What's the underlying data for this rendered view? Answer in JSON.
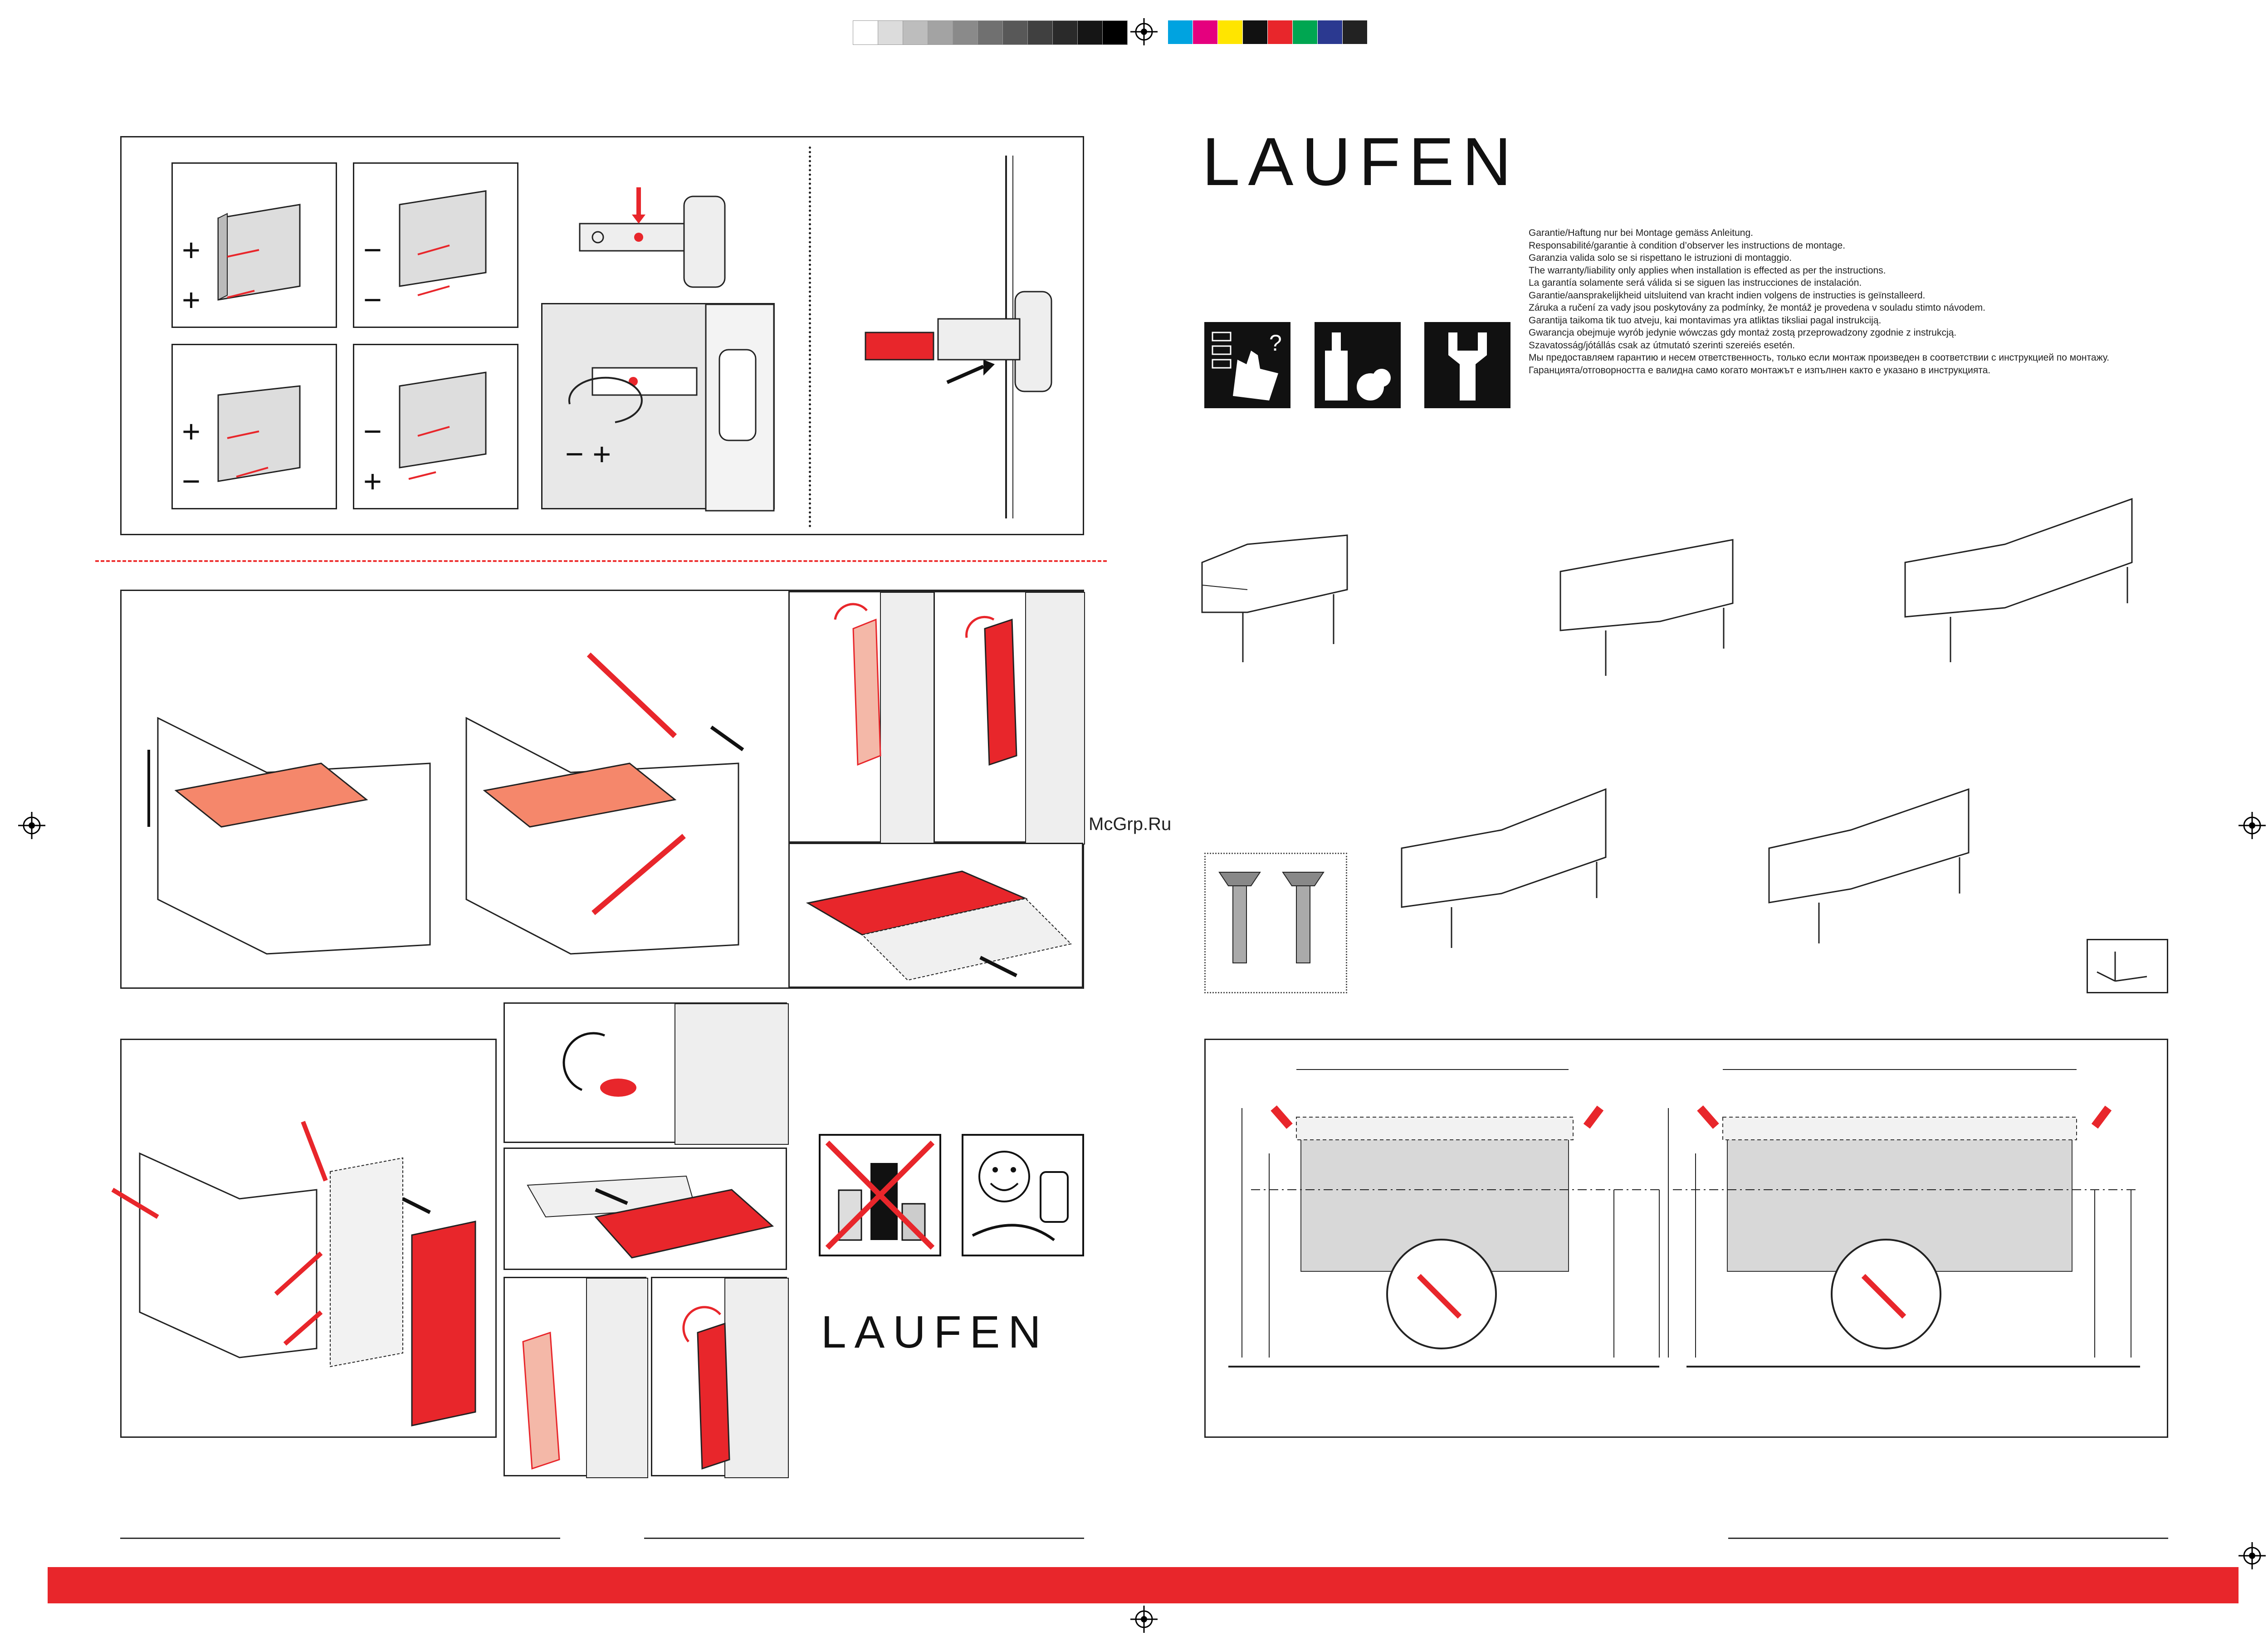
{
  "brand": {
    "logo_top": "LAUFEN",
    "logo_bottom": "LAUFEN",
    "accent": "#e8262b"
  },
  "warranty_lines": [
    "Garantie/Haftung nur bei Montage gemäss Anleitung.",
    "Responsabilité/garantie à condition d’observer les instructions de montage.",
    "Garanzia valida solo se si rispettano le istruzioni di montaggio.",
    "The warranty/liability only applies when installation is effected as per the instructions.",
    "La garantía solamente será válida si se siguen las instrucciones de instalación.",
    "Garantie/aansprakelijkheid uitsluitend van kracht indien volgens de instructies is geïnstalleerd.",
    "Záruka a ručení za vady jsou poskytovány za podmínky, že montáž je provedena v souladu stimto návodem.",
    "Garantija taikoma tik tuo atveju, kai montavimas yra atliktas tiksliai pagal instrukciją.",
    "Gwarancja obejmuje wyrób jedynie wówczas gdy montaż zostą przeprowadzony zgodnie z instrukcją.",
    "Szavatosság/jótállás csak az útmutató szerinti szereiés esetén.",
    "Мы предоставляем гарантию и несем ответственность, только если монтаж произведен в соответствии с инструкцией по монтажу.",
    "Гаранцията/отговорността е валидна само когато монтажът е изпълнен както е указано в инструкцията."
  ],
  "adjust_signs": {
    "tl": [
      "+",
      "+"
    ],
    "tr": [
      "−",
      "−"
    ],
    "bl": [
      "+",
      "−"
    ],
    "br": [
      "−",
      "+"
    ],
    "screw": "− +"
  },
  "watermark": "McGrp.Ru",
  "color_bar": [
    "#ffffff",
    "#dcdcdc",
    "#bdbdbd",
    "#a3a3a3",
    "#8a8a8a",
    "#707070",
    "#585858",
    "#404040",
    "#2a2a2a",
    "#151515",
    "#000000"
  ],
  "process_bar": [
    "#00a3e0",
    "#e5007e",
    "#ffe500",
    "#111111",
    "#e8262b",
    "#00a651",
    "#2b3990",
    "#222222"
  ]
}
